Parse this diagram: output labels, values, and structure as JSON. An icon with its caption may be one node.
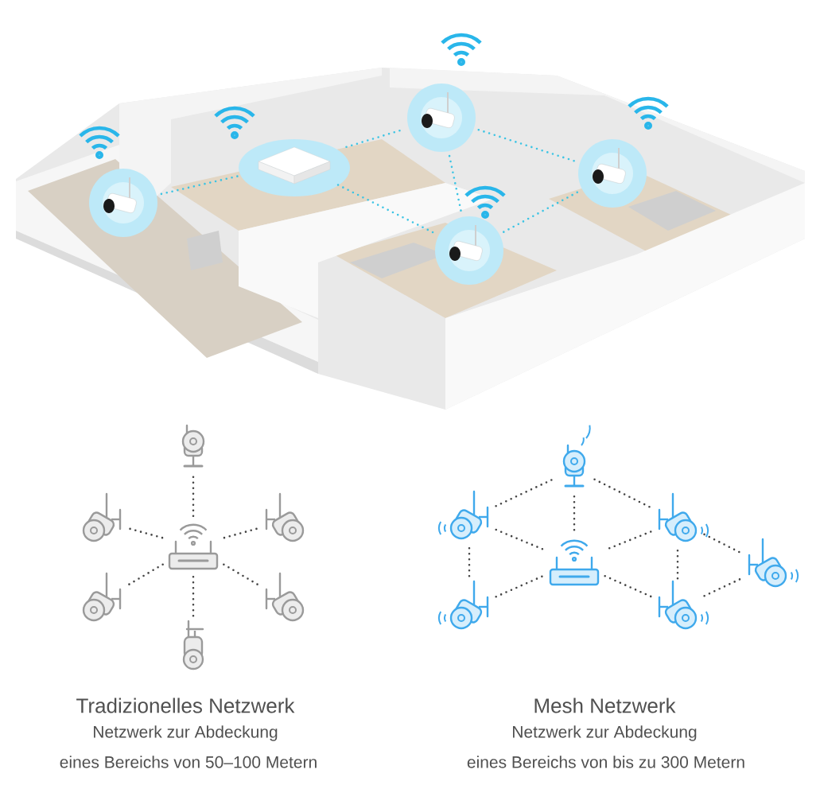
{
  "diagram": {
    "nodes": [
      {
        "text": [],
        "shape": "router"
      },
      {
        "text": [],
        "shape": "camera"
      },
      {
        "text": [],
        "shape": "camera"
      },
      {
        "text": [],
        "shape": "camera"
      },
      {
        "text": [],
        "shape": "camera"
      },
      {
        "text": [],
        "shape": "camera"
      },
      {
        "text": [],
        "shape": "camera"
      },
      {
        "text": [],
        "shape": "router"
      },
      {
        "text": [],
        "shape": "camera"
      },
      {
        "text": [],
        "shape": "camera"
      },
      {
        "text": [],
        "shape": "camera"
      },
      {
        "text": [],
        "shape": "camera"
      },
      {
        "text": [],
        "shape": "camera"
      },
      {
        "text": [],
        "shape": "camera"
      },
      {
        "text": [],
        "shape": "camera"
      },
      {
        "text": [],
        "shape": "box"
      },
      {
        "text": [],
        "shape": "camera"
      },
      {
        "text": [],
        "shape": "camera"
      },
      {
        "text": [],
        "shape": "camera"
      }
    ],
    "edges": [
      {
        "from": 0,
        "to": 1,
        "arrow": "none"
      },
      {
        "from": 0,
        "to": 2,
        "arrow": "none"
      },
      {
        "from": 0,
        "to": 3,
        "arrow": "none"
      },
      {
        "from": 0,
        "to": 4,
        "arrow": "none"
      },
      {
        "from": 0,
        "to": 5,
        "arrow": "none"
      },
      {
        "from": 0,
        "to": 6,
        "arrow": "none"
      },
      {
        "from": 9,
        "to": 8,
        "arrow": "none"
      },
      {
        "from": 8,
        "to": 10,
        "arrow": "none"
      },
      {
        "from": 8,
        "to": 7,
        "arrow": "none"
      },
      {
        "from": 9,
        "to": 7,
        "arrow": "none"
      },
      {
        "from": 10,
        "to": 7,
        "arrow": "none"
      },
      {
        "from": 9,
        "to": 11,
        "arrow": "none"
      },
      {
        "from": 11,
        "to": 7,
        "arrow": "none"
      },
      {
        "from": 7,
        "to": 12,
        "arrow": "none"
      },
      {
        "from": 10,
        "to": 12,
        "arrow": "none"
      },
      {
        "from": 10,
        "to": 13,
        "arrow": "none"
      },
      {
        "from": 12,
        "to": 13,
        "arrow": "none"
      },
      {
        "from": 14,
        "to": 15,
        "arrow": "none",
        "color": "#3cc4e4"
      },
      {
        "from": 15,
        "to": 16,
        "arrow": "none",
        "color": "#3cc4e4"
      },
      {
        "from": 15,
        "to": 17,
        "arrow": "none",
        "color": "#3cc4e4"
      },
      {
        "from": 16,
        "to": 17,
        "arrow": "none",
        "color": "#3cc4e4"
      },
      {
        "from": 16,
        "to": 18,
        "arrow": "none",
        "color": "#3cc4e4"
      },
      {
        "from": 17,
        "to": 18,
        "arrow": "none",
        "color": "#3cc4e4"
      }
    ],
    "labels": [
      "Tradizionelles Netzwerk",
      "Mesh Netzwerk",
      "Netzwerk zur Abdeckung",
      "Netzwerk zur Abdeckung",
      "eines Bereichs von 50–100 Metern",
      "eines Bereichs von bis zu 300 Metern"
    ]
  }
}
